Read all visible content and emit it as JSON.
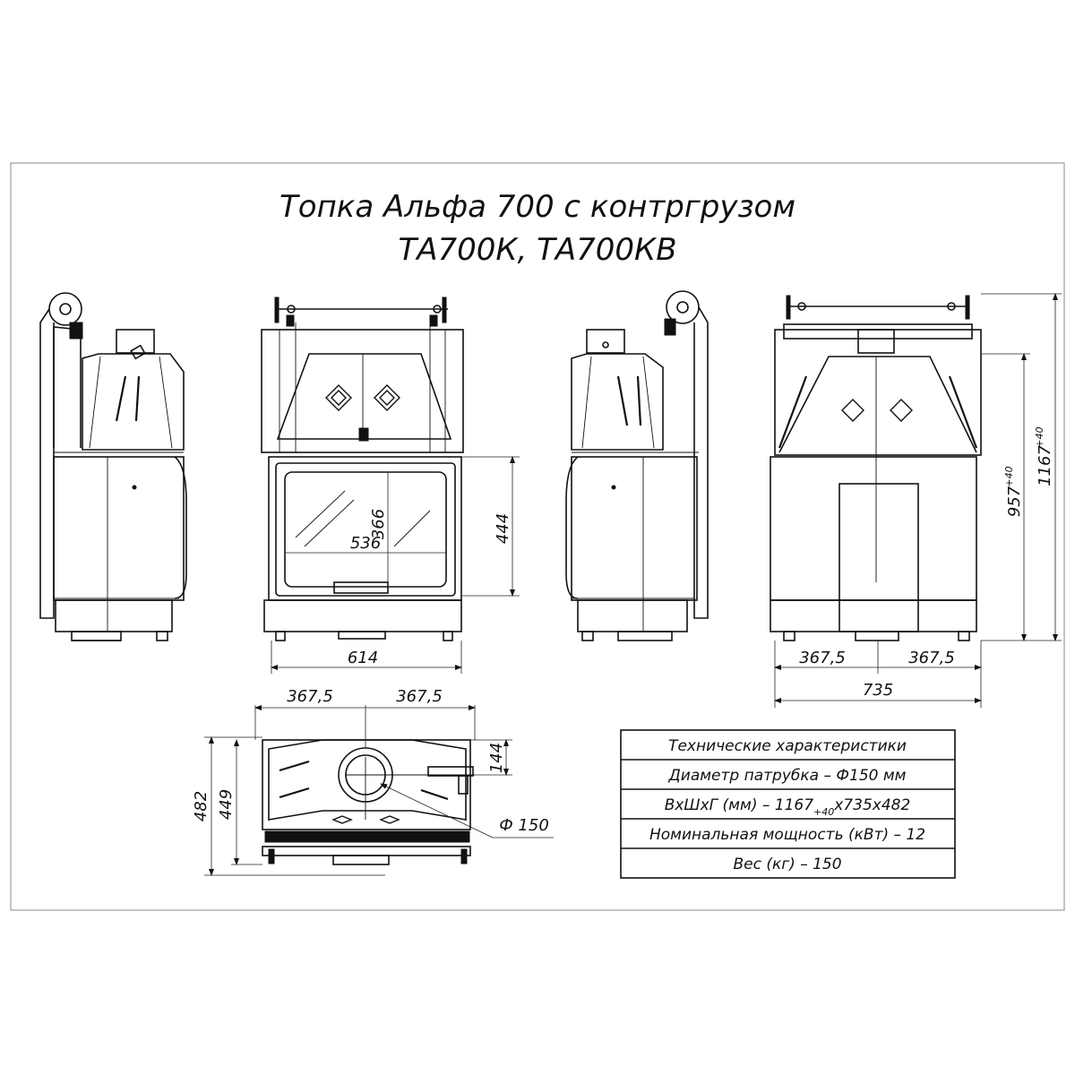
{
  "title": {
    "line1": "Топка Альфа 700 с контргрузом",
    "line2": "ТА700К, ТА700КВ"
  },
  "dimensions": {
    "glass_height": "366",
    "glass_width": "536",
    "door_height": "444",
    "front_width": "614",
    "rear_half_left": "367,5",
    "rear_half_right": "367,5",
    "rear_total": "735",
    "height_957": "957",
    "height_957_tol": "+40",
    "height_1167": "1167",
    "height_1167_tol": "+40",
    "top_half_left": "367,5",
    "top_half_right": "367,5",
    "depth_482": "482",
    "depth_449": "449",
    "offset_144": "144",
    "flue_diameter": "Ф 150"
  },
  "specs": {
    "header": "Технические характеристики",
    "rows": [
      {
        "text": "Диаметр патрубка – Ф150 мм"
      },
      {
        "pre": "ВхШхГ (мм) – 1167",
        "sub": "+40",
        "post": "х735х482"
      },
      {
        "text": "Номинальная мощность (кВт) – 12"
      },
      {
        "text": "Вес (кг) – 150"
      }
    ]
  }
}
